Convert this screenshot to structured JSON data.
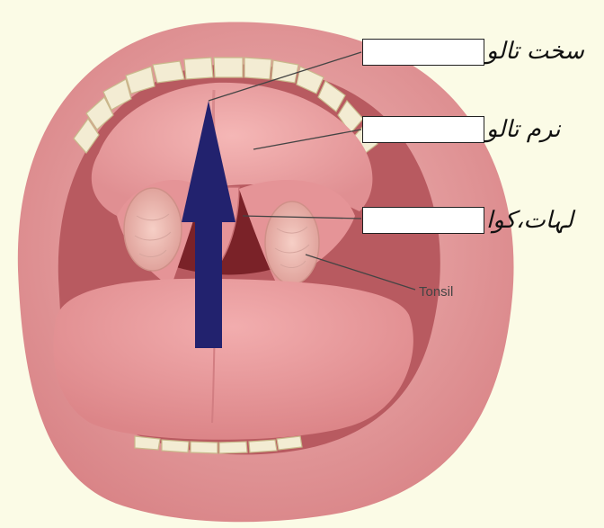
{
  "labels": {
    "hard_palate": "سخت تالو",
    "soft_palate": "نرم تالو",
    "uvula": "لہات،کوا",
    "tonsil": "Tonsil"
  },
  "colors": {
    "background": "#fbfbe6",
    "arrow": "#22226e",
    "tissue": "#e79a9c",
    "tongue": "#e8999b",
    "throat": "#7a2228",
    "teeth": "#f3ecd3",
    "leader_line": "#444444"
  },
  "answer_boxes": [
    "",
    "",
    ""
  ]
}
